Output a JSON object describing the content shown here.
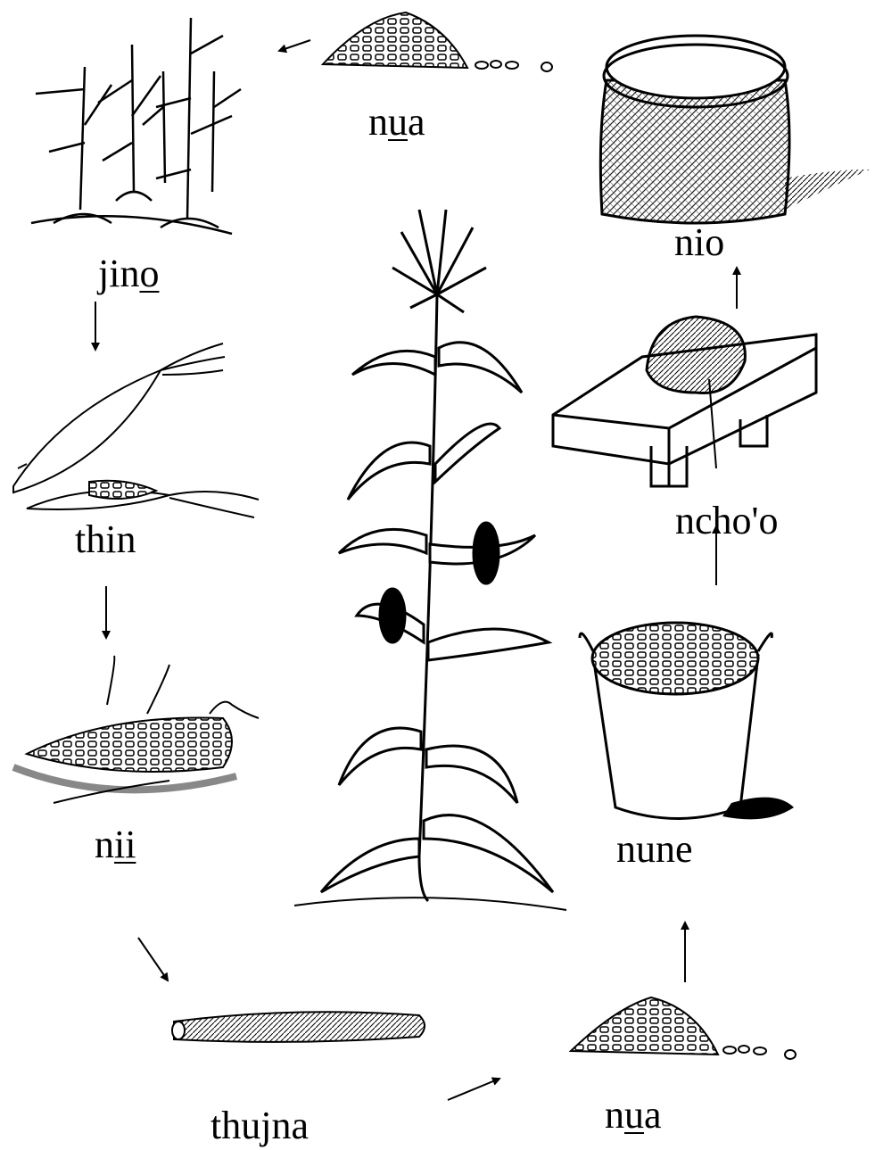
{
  "labels": {
    "nua_top": {
      "pre": "n",
      "under": "u",
      "post": "a"
    },
    "jino": {
      "pre": "jin",
      "under": "o",
      "post": ""
    },
    "nio": "nio",
    "thin": "thin",
    "ncho_o": "ncho'o",
    "nii": {
      "pre": "n",
      "under": "ii",
      "post": ""
    },
    "nune": "nune",
    "thujna": "thujna",
    "nua_bottom": {
      "pre": "n",
      "under": "u",
      "post": "a"
    }
  },
  "icons": [
    "grain-pile-top-icon",
    "cornfield-icon",
    "young-corn-ears-icon",
    "mature-corn-ear-icon",
    "corn-plant-icon",
    "corn-cob-icon",
    "grain-pile-bottom-icon",
    "bucket-icon",
    "grinding-stone-icon",
    "storage-basket-icon"
  ],
  "colors": {
    "ink": "#000000",
    "background": "#ffffff"
  }
}
